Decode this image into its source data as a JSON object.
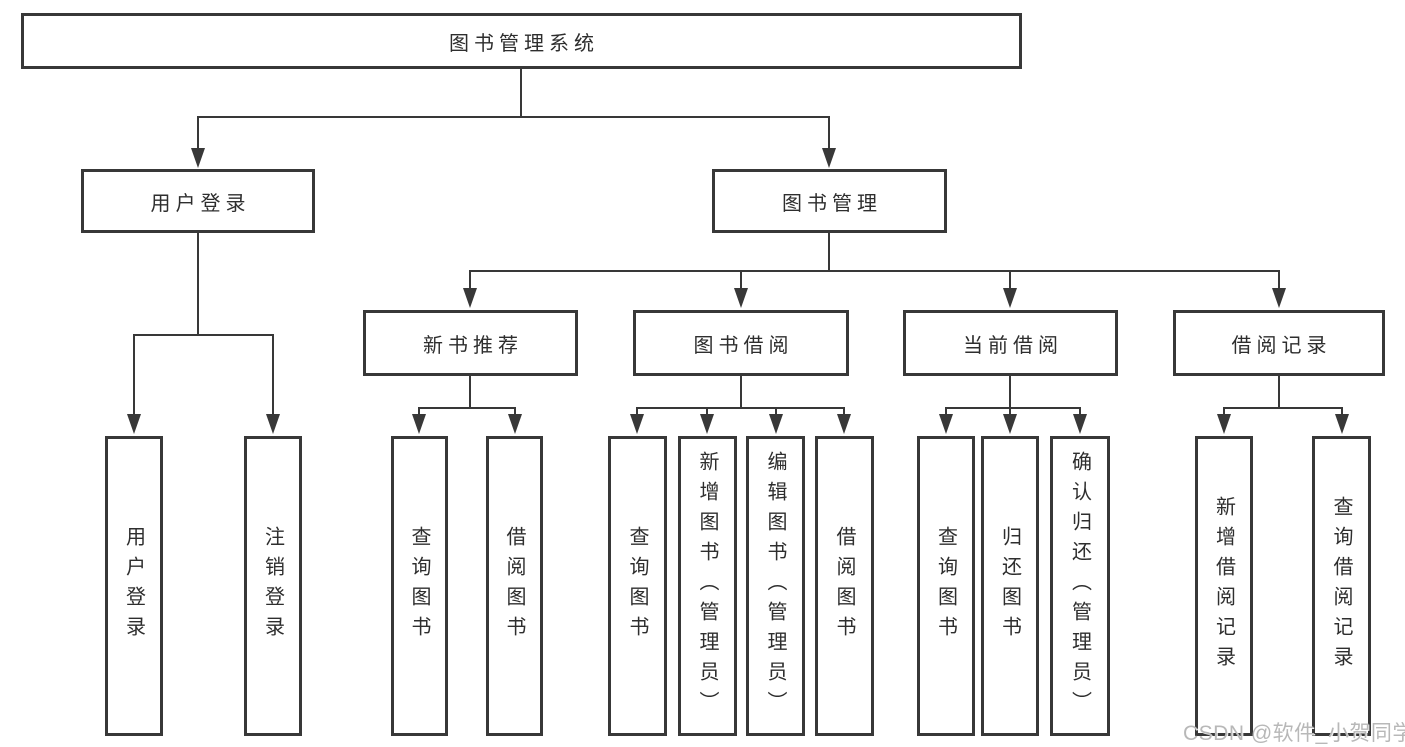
{
  "diagram": {
    "root": {
      "label": "图书管理系统"
    },
    "branches": [
      {
        "id": "user-login",
        "label": "用户登录",
        "children": [
          "用户登录",
          "注销登录"
        ]
      },
      {
        "id": "book-management",
        "label": "图书管理",
        "sections": [
          {
            "id": "new-book-recommend",
            "label": "新书推荐",
            "children": [
              "查询图书",
              "借阅图书"
            ]
          },
          {
            "id": "book-borrow",
            "label": "图书借阅",
            "children": [
              "查询图书",
              "新增图书（管理员）",
              "编辑图书（管理员）",
              "借阅图书"
            ]
          },
          {
            "id": "current-borrow",
            "label": "当前借阅",
            "children": [
              "查询图书",
              "归还图书",
              "确认归还（管理员）"
            ]
          },
          {
            "id": "borrow-records",
            "label": "借阅记录",
            "children": [
              "新增借阅记录",
              "查询借阅记录"
            ]
          }
        ]
      }
    ]
  },
  "watermark": {
    "text": "CSDN @软件_小贺同学"
  },
  "colors": {
    "line": "#383838",
    "box_border": "#383838",
    "text": "#2e2e2e",
    "watermark": "#b8b8b8",
    "background": "#ffffff"
  }
}
